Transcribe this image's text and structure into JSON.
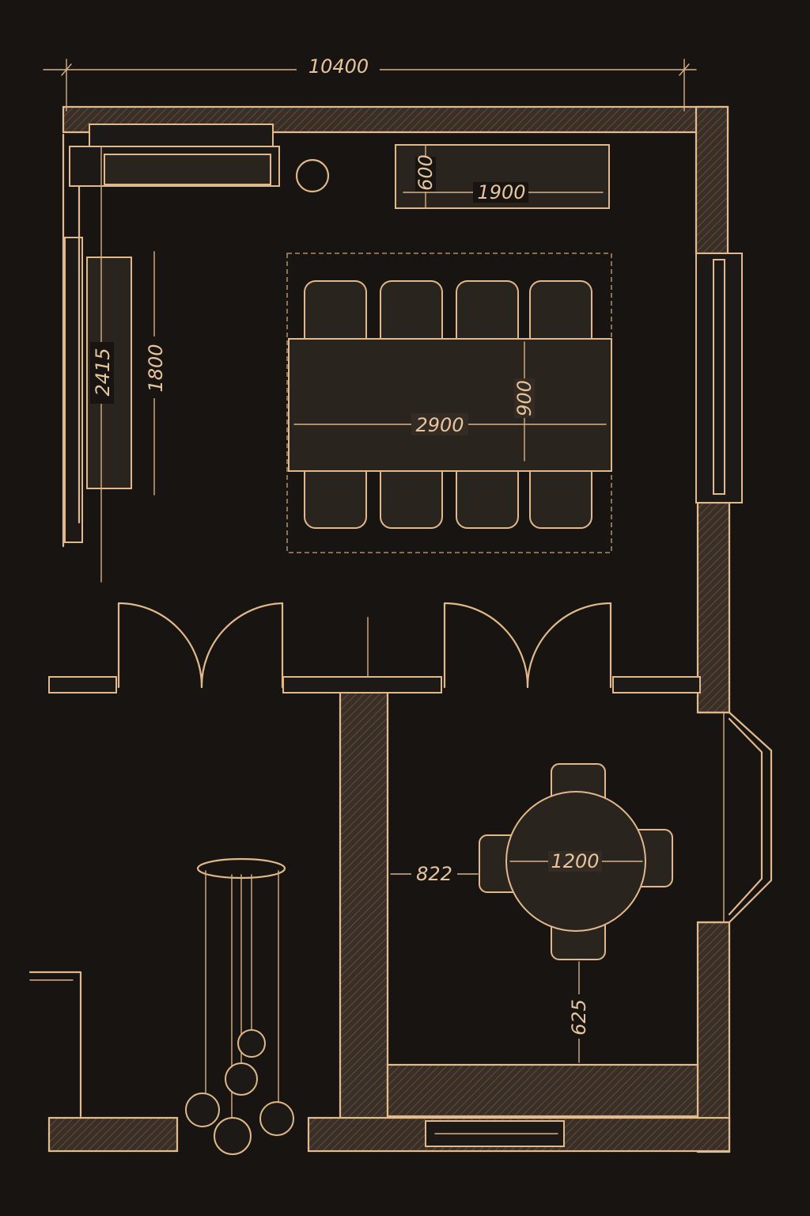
{
  "colors": {
    "background": "#171412",
    "line": "#e0b88a",
    "wall_fill": "#3a2f27"
  },
  "dimensions": {
    "overall_width": "10400",
    "sideboard_depth": "600",
    "sideboard_length": "1900",
    "left_wall_length": "2415",
    "left_cabinet_length": "1800",
    "table_length": "2900",
    "table_width": "900",
    "round_table_diameter": "1200",
    "wall_to_chair_clearance": "822",
    "chair_to_wall_clearance": "625"
  }
}
